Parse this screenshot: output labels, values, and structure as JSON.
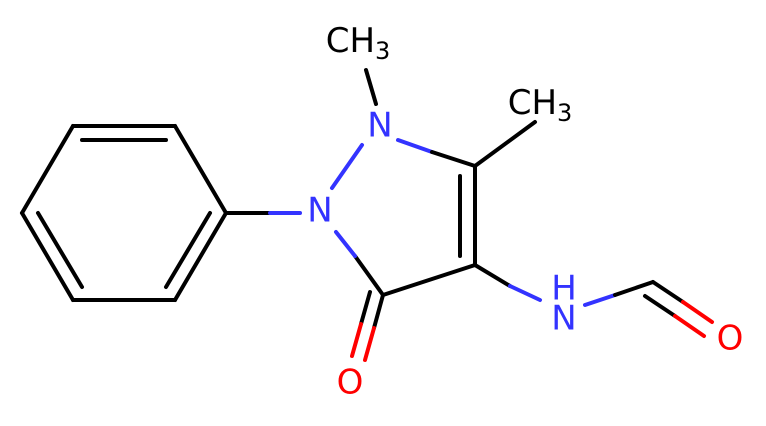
{
  "molecule": {
    "atoms": {
      "methyl_top": {
        "element": "C",
        "hydrogens": "H",
        "count": "3",
        "color": "#000000"
      },
      "methyl_right": {
        "element": "C",
        "hydrogens": "H",
        "count": "3",
        "color": "#000000"
      },
      "n1": {
        "element": "N",
        "color": "#3333ff"
      },
      "n2": {
        "element": "N",
        "color": "#3333ff"
      },
      "nh": {
        "element": "N",
        "hydrogen": "H",
        "color": "#3333ff"
      },
      "o_ketone": {
        "element": "O",
        "color": "#ff0000"
      },
      "o_formyl": {
        "element": "O",
        "color": "#ff0000"
      }
    },
    "colors": {
      "carbon_bond": "#000000",
      "nitrogen": "#3333ff",
      "oxygen": "#ff0000",
      "background": "#ffffff"
    }
  }
}
